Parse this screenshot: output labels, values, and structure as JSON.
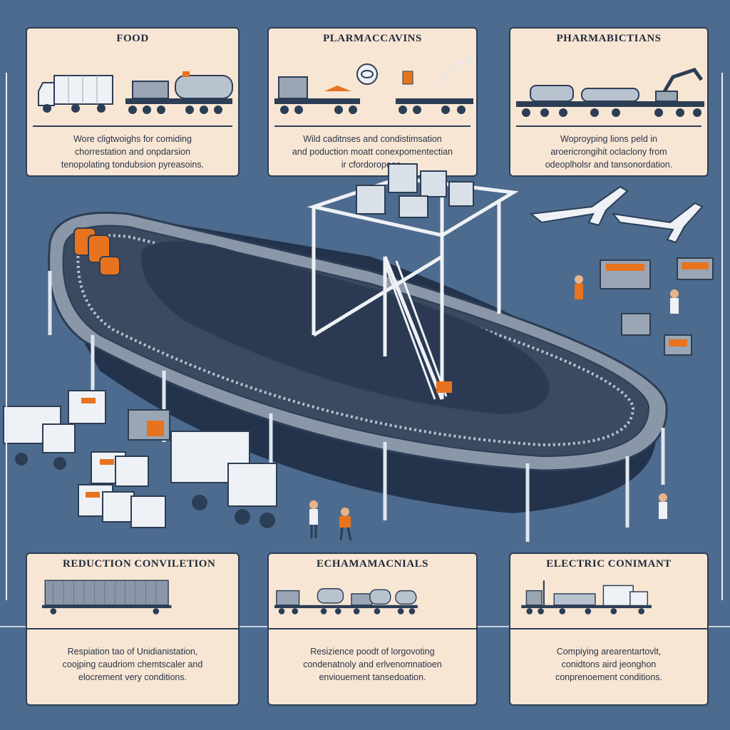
{
  "top_panels": [
    {
      "title": "FOOD",
      "description": [
        "Wore cligtwoighs for comiding",
        "chorrestation and onpdarsion",
        "tenopolating tondubsion pyreasoins."
      ]
    },
    {
      "title": "PLARMACCAVINS",
      "description": [
        "Wild caditnses and condistimsation",
        "and poduction moatt conexpomentectian",
        "ir cfordoropoon."
      ]
    },
    {
      "title": "PHARMABICTIANS",
      "description": [
        "Woproyping lions peld in",
        "aroericrongihit oclaclony from",
        "odeoplholsr and tansonordation."
      ]
    }
  ],
  "bottom_panels": [
    {
      "title": "REDUCTION CONVILETION",
      "description": [
        "Respiation tao of Unidianistation,",
        "coojping caudriom chemtscaler and",
        "elocrement very conditions."
      ]
    },
    {
      "title": "ECHAMAMACNIALS",
      "description": [
        "Resizience poodt of lorgovoting",
        "condenatnoly and erlvenomnatioen",
        "enviouement tansedoation."
      ]
    },
    {
      "title": "ELECTRIC CONIMANT",
      "description": [
        "Compiying arearentartovlt,",
        "conidtons aird jeonghon",
        "conprenoement conditions."
      ]
    }
  ],
  "colors": {
    "background": "#4d6b8e",
    "panel": "#f8e6d4",
    "outline": "#2c3e55",
    "accent_orange": "#e8731e",
    "truck_white": "#eef1f5",
    "truck_grey": "#9aa6b4"
  }
}
